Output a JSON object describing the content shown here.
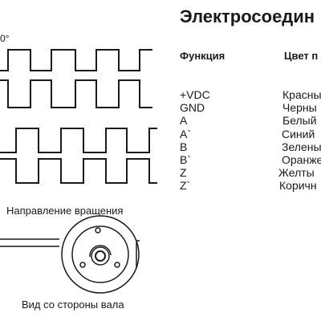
{
  "title": "Электросоедин",
  "angle_label": "0°",
  "table": {
    "header_function": "Функция",
    "header_color": "Цвет п",
    "rows": [
      {
        "function": "+VDC",
        "color": "Красны"
      },
      {
        "function": "GND",
        "color": "Черны"
      },
      {
        "function": "A",
        "color": "Белый"
      },
      {
        "function": "A`",
        "color": "Синий"
      },
      {
        "function": "B",
        "color": "Зелены"
      },
      {
        "function": "B`",
        "color": "Оранже"
      },
      {
        "function": "Z",
        "color": "Желты"
      },
      {
        "function": "Z`",
        "color": "Коричн"
      }
    ]
  },
  "rotation_label": "Направление вращения",
  "shaft_label": "Вид со стороны вала",
  "waveform_color": "#1a1a1a"
}
